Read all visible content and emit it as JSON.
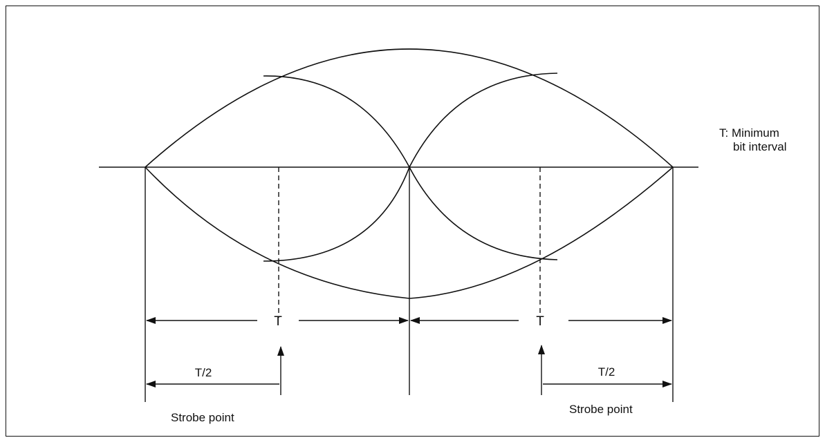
{
  "diagram": {
    "legend_line1": "T: Minimum",
    "legend_line2": "bit interval",
    "interval_left": "T",
    "interval_right": "T",
    "half_left": "T/2",
    "half_right": "T/2",
    "strobe_left": "Strobe point",
    "strobe_right": "Strobe point"
  }
}
